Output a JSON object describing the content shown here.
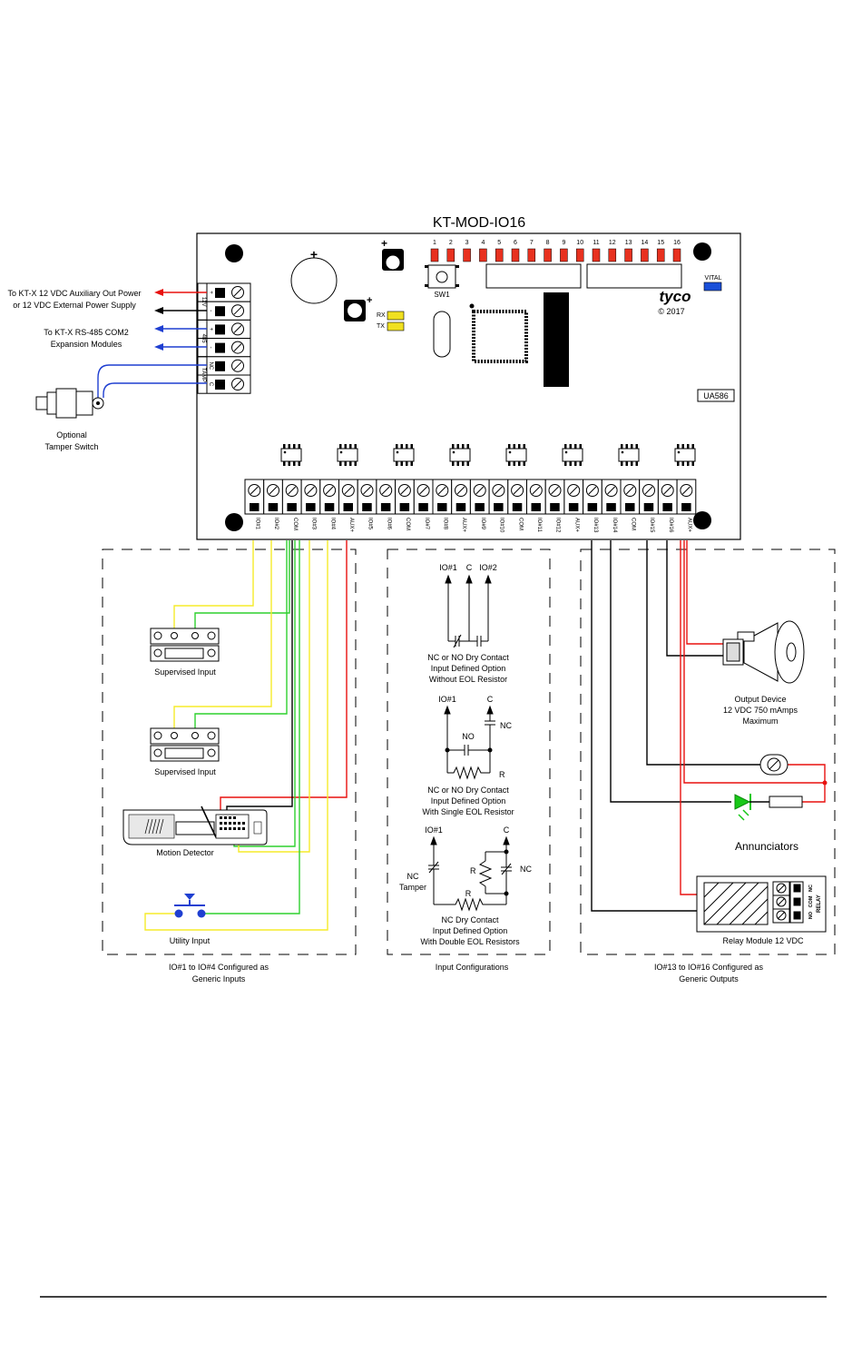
{
  "board": {
    "title": "KT-MOD-IO16",
    "brand": "tyco",
    "copyright": "© 2017",
    "part_no": "UA586",
    "vital_label": "VITAL",
    "sw_label": "SW1",
    "rx_label": "RX",
    "tx_label": "TX",
    "led_numbers": [
      "1",
      "2",
      "3",
      "4",
      "5",
      "6",
      "7",
      "8",
      "9",
      "10",
      "11",
      "12",
      "13",
      "14",
      "15",
      "16"
    ],
    "left_terminal_groups": [
      {
        "group": "12V",
        "signs": [
          "+",
          "-"
        ]
      },
      {
        "group": "485",
        "signs": [
          "+",
          "-"
        ]
      },
      {
        "group": "TAMP",
        "signs": [
          "NC",
          "C"
        ]
      }
    ],
    "bottom_terminals": [
      "IO#1",
      "IO#2",
      "COM",
      "IO#3",
      "IO#4",
      "AUX+",
      "IO#5",
      "IO#6",
      "COM",
      "IO#7",
      "IO#8",
      "AUX+",
      "IO#9",
      "IO#10",
      "COM",
      "IO#11",
      "IO#12",
      "AUX+",
      "IO#13",
      "IO#14",
      "COM",
      "IO#15",
      "IO#16",
      "AUX+"
    ]
  },
  "left_notes": {
    "power_line1": "To KT-X 12 VDC Auxiliary Out Power",
    "power_line2": "or 12 VDC External Power Supply",
    "rs485_line1": "To KT-X RS-485 COM2",
    "rs485_line2": "Expansion Modules",
    "tamper_line1": "Optional",
    "tamper_line2": "Tamper Switch"
  },
  "left_box": {
    "supervised1": "Supervised Input",
    "supervised2": "Supervised Input",
    "motion": "Motion Detector",
    "utility": "Utility Input",
    "caption1": "IO#1 to IO#4 Configured as",
    "caption2": "Generic Inputs"
  },
  "middle_box": {
    "d1_io1": "IO#1",
    "d1_c": "C",
    "d1_io2": "IO#2",
    "d1_cap1": "NC or NO Dry Contact",
    "d1_cap2": "Input Defined Option",
    "d1_cap3": "Without EOL Resistor",
    "d2_io1": "IO#1",
    "d2_c": "C",
    "d2_nc": "NC",
    "d2_no": "NO",
    "d2_r": "R",
    "d2_cap1": "NC or NO Dry Contact",
    "d2_cap2": "Input Defined Option",
    "d2_cap3": "With Single EOL Resistor",
    "d3_io1": "IO#1",
    "d3_c": "C",
    "d3_nc_right": "NC",
    "d3_r_top": "R",
    "d3_r_bottom": "R",
    "d3_nc_left": "NC",
    "d3_tamper": "Tamper",
    "d3_cap1": "NC Dry Contact",
    "d3_cap2": "Input Defined Option",
    "d3_cap3": "With Double EOL Resistors",
    "caption": "Input Configurations"
  },
  "right_box": {
    "output1": "Output Device",
    "output2": "12 VDC 750 mAmps",
    "output3": "Maximum",
    "annunciators": "Annunciators",
    "relay_caption": "Relay Module 12 VDC",
    "relay_terms": [
      "NC",
      "COM",
      "NO"
    ],
    "relay_side": "RELAY",
    "caption1": "IO#13 to IO#16 Configured as",
    "caption2": "Generic Outputs"
  },
  "colors": {
    "power_wire": "#e8110f",
    "rs485_wire": "#1f3fd1",
    "signal_wire": "#f5eb2a",
    "com_wire": "#2fd02f",
    "led_red": "#e8311f",
    "led_green": "#18c818",
    "rxtx": "#f0e020",
    "vital": "#1a4fd8"
  }
}
